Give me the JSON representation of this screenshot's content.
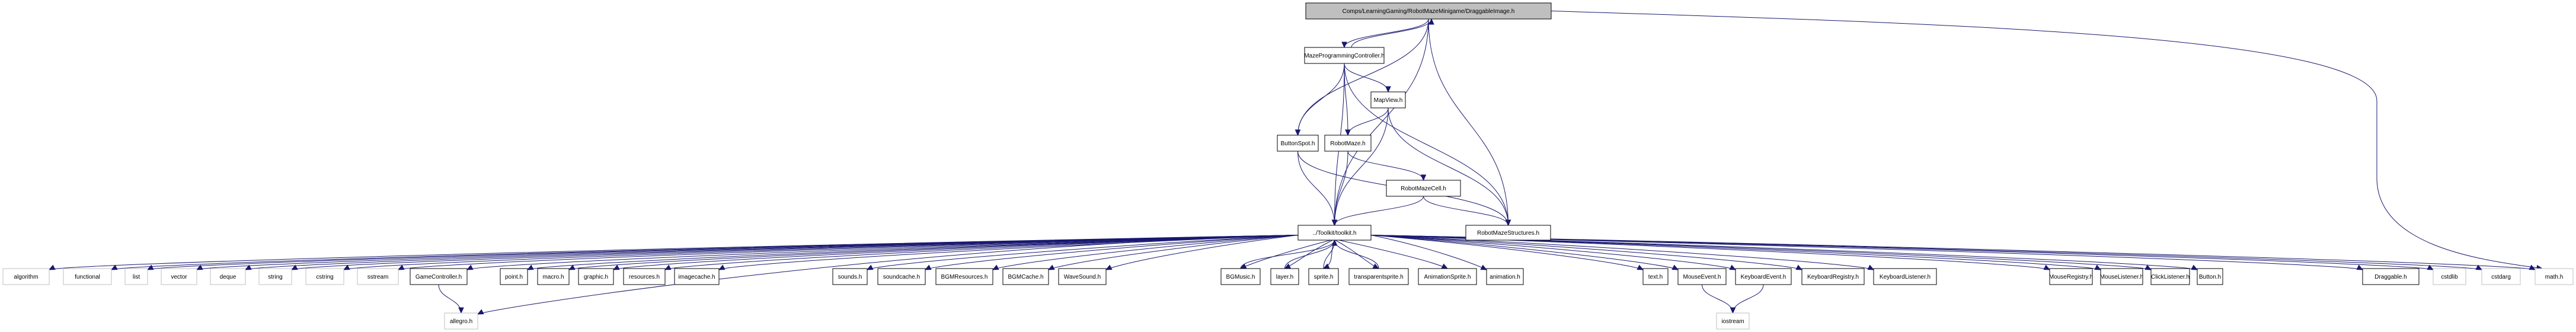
{
  "diagram": {
    "type": "include-dependency-graph",
    "colors": {
      "edge": "#191970",
      "root_fill": "#bfbfbf",
      "node_border": "#000000",
      "external_border": "#bfbfbf",
      "background": "#ffffff"
    },
    "nodes": [
      {
        "id": "root",
        "label": "Comps/LearningGaming/RobotMazeMinigame/DraggableImage.h",
        "kind": "root"
      },
      {
        "id": "mpc",
        "label": "MazeProgrammingController.h",
        "kind": "local"
      },
      {
        "id": "mapview",
        "label": "MapView.h",
        "kind": "local"
      },
      {
        "id": "buttonspot",
        "label": "ButtonSpot.h",
        "kind": "local"
      },
      {
        "id": "robotmaze",
        "label": "RobotMaze.h",
        "kind": "local"
      },
      {
        "id": "robotmazecell",
        "label": "RobotMazeCell.h",
        "kind": "local"
      },
      {
        "id": "toolkit",
        "label": "../Toolkit/toolkit.h",
        "kind": "local"
      },
      {
        "id": "rmstructures",
        "label": "RobotMazeStructures.h",
        "kind": "local"
      },
      {
        "id": "algorithm",
        "label": "algorithm",
        "kind": "external"
      },
      {
        "id": "functional",
        "label": "functional",
        "kind": "external"
      },
      {
        "id": "list",
        "label": "list",
        "kind": "external"
      },
      {
        "id": "vector",
        "label": "vector",
        "kind": "external"
      },
      {
        "id": "deque",
        "label": "deque",
        "kind": "external"
      },
      {
        "id": "string",
        "label": "string",
        "kind": "external"
      },
      {
        "id": "cstring",
        "label": "cstring",
        "kind": "external"
      },
      {
        "id": "sstream",
        "label": "sstream",
        "kind": "external"
      },
      {
        "id": "gamecontroller",
        "label": "GameController.h",
        "kind": "local"
      },
      {
        "id": "allegro",
        "label": "allegro.h",
        "kind": "external"
      },
      {
        "id": "point",
        "label": "point.h",
        "kind": "local"
      },
      {
        "id": "macro",
        "label": "macro.h",
        "kind": "local"
      },
      {
        "id": "graphic",
        "label": "graphic.h",
        "kind": "local"
      },
      {
        "id": "resources",
        "label": "resources.h",
        "kind": "local"
      },
      {
        "id": "imagecache",
        "label": "imagecache.h",
        "kind": "local"
      },
      {
        "id": "sounds",
        "label": "sounds.h",
        "kind": "local"
      },
      {
        "id": "soundcache",
        "label": "soundcache.h",
        "kind": "local"
      },
      {
        "id": "bgmresources",
        "label": "BGMResources.h",
        "kind": "local"
      },
      {
        "id": "bgmcache",
        "label": "BGMCache.h",
        "kind": "local"
      },
      {
        "id": "wavesound",
        "label": "WaveSound.h",
        "kind": "local"
      },
      {
        "id": "bgmusic",
        "label": "BGMusic.h",
        "kind": "local"
      },
      {
        "id": "layer",
        "label": "layer.h",
        "kind": "local"
      },
      {
        "id": "sprite",
        "label": "sprite.h",
        "kind": "local"
      },
      {
        "id": "transparentsprite",
        "label": "transparentsprite.h",
        "kind": "local"
      },
      {
        "id": "animationsprite",
        "label": "AnimationSprite.h",
        "kind": "local"
      },
      {
        "id": "animation",
        "label": "animation.h",
        "kind": "local"
      },
      {
        "id": "text",
        "label": "text.h",
        "kind": "local"
      },
      {
        "id": "mouseevent",
        "label": "MouseEvent.h",
        "kind": "local"
      },
      {
        "id": "iostream",
        "label": "iostream",
        "kind": "external"
      },
      {
        "id": "keyboardevent",
        "label": "KeyboardEvent.h",
        "kind": "local"
      },
      {
        "id": "keyboardregistry",
        "label": "KeyboardRegistry.h",
        "kind": "local"
      },
      {
        "id": "keyboardlistener",
        "label": "KeyboardListener.h",
        "kind": "local"
      },
      {
        "id": "mouseregistry",
        "label": "MouseRegistry.h",
        "kind": "local"
      },
      {
        "id": "mouselistener",
        "label": "MouseListener.h",
        "kind": "local"
      },
      {
        "id": "clicklistener",
        "label": "ClickListener.h",
        "kind": "local"
      },
      {
        "id": "button",
        "label": "Button.h",
        "kind": "local"
      },
      {
        "id": "draggable",
        "label": "Draggable.h",
        "kind": "local"
      },
      {
        "id": "cstdlib",
        "label": "cstdlib",
        "kind": "external"
      },
      {
        "id": "cstdarg",
        "label": "cstdarg",
        "kind": "external"
      },
      {
        "id": "math",
        "label": "math.h",
        "kind": "external"
      }
    ],
    "edges": [
      [
        "root",
        "mpc"
      ],
      [
        "mpc",
        "root"
      ],
      [
        "root",
        "buttonspot"
      ],
      [
        "root",
        "toolkit"
      ],
      [
        "root",
        "rmstructures"
      ],
      [
        "root",
        "math"
      ],
      [
        "mpc",
        "buttonspot"
      ],
      [
        "mpc",
        "robotmaze"
      ],
      [
        "mpc",
        "mapview"
      ],
      [
        "mpc",
        "toolkit"
      ],
      [
        "mpc",
        "rmstructures"
      ],
      [
        "mapview",
        "robotmaze"
      ],
      [
        "mapview",
        "toolkit"
      ],
      [
        "mapview",
        "rmstructures"
      ],
      [
        "buttonspot",
        "toolkit"
      ],
      [
        "buttonspot",
        "rmstructures"
      ],
      [
        "robotmaze",
        "robotmazecell"
      ],
      [
        "robotmaze",
        "toolkit"
      ],
      [
        "robotmazecell",
        "toolkit"
      ],
      [
        "robotmazecell",
        "rmstructures"
      ],
      [
        "toolkit",
        "algorithm"
      ],
      [
        "toolkit",
        "functional"
      ],
      [
        "toolkit",
        "list"
      ],
      [
        "toolkit",
        "vector"
      ],
      [
        "toolkit",
        "deque"
      ],
      [
        "toolkit",
        "string"
      ],
      [
        "toolkit",
        "cstring"
      ],
      [
        "toolkit",
        "sstream"
      ],
      [
        "toolkit",
        "gamecontroller"
      ],
      [
        "toolkit",
        "allegro"
      ],
      [
        "toolkit",
        "point"
      ],
      [
        "toolkit",
        "macro"
      ],
      [
        "toolkit",
        "graphic"
      ],
      [
        "toolkit",
        "resources"
      ],
      [
        "toolkit",
        "imagecache"
      ],
      [
        "toolkit",
        "sounds"
      ],
      [
        "toolkit",
        "soundcache"
      ],
      [
        "toolkit",
        "bgmresources"
      ],
      [
        "toolkit",
        "bgmcache"
      ],
      [
        "toolkit",
        "wavesound"
      ],
      [
        "toolkit",
        "bgmusic"
      ],
      [
        "toolkit",
        "layer"
      ],
      [
        "toolkit",
        "sprite"
      ],
      [
        "toolkit",
        "transparentsprite"
      ],
      [
        "toolkit",
        "animationsprite"
      ],
      [
        "toolkit",
        "animation"
      ],
      [
        "toolkit",
        "text"
      ],
      [
        "toolkit",
        "mouseevent"
      ],
      [
        "toolkit",
        "keyboardevent"
      ],
      [
        "toolkit",
        "keyboardregistry"
      ],
      [
        "toolkit",
        "keyboardlistener"
      ],
      [
        "toolkit",
        "mouseregistry"
      ],
      [
        "toolkit",
        "mouselistener"
      ],
      [
        "toolkit",
        "clicklistener"
      ],
      [
        "toolkit",
        "button"
      ],
      [
        "toolkit",
        "draggable"
      ],
      [
        "toolkit",
        "cstdlib"
      ],
      [
        "toolkit",
        "cstdarg"
      ],
      [
        "toolkit",
        "math"
      ],
      [
        "gamecontroller",
        "allegro"
      ],
      [
        "mouseevent",
        "iostream"
      ],
      [
        "keyboardevent",
        "iostream"
      ],
      [
        "layer",
        "toolkit"
      ],
      [
        "sprite",
        "toolkit"
      ],
      [
        "bgmusic",
        "toolkit"
      ],
      [
        "transparentsprite",
        "toolkit"
      ]
    ]
  }
}
